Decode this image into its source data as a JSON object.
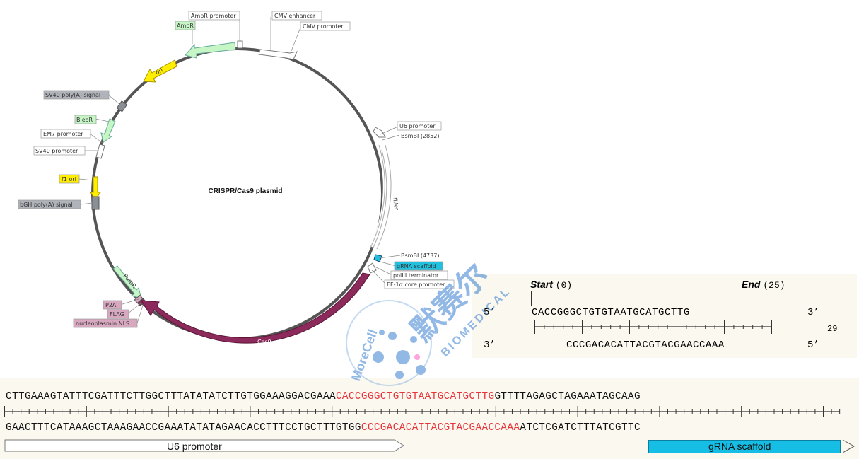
{
  "plasmid": {
    "title": "CRISPR/Cas9 plasmid",
    "colors": {
      "backbone": "#555555",
      "light_arc": "#bbbbbb",
      "cas9": "#8b2a5b",
      "ori": "#ffee00",
      "marker": "#b9f2b9",
      "gray": "#8a8f96",
      "scaffold": "#22c0df",
      "nls": "#d8a8c0"
    },
    "labels": {
      "ampr_promoter": "AmpR promoter",
      "ampr": "AmpR",
      "cmv_enhancer": "CMV enhancer",
      "cmv_promoter": "CMV promoter",
      "ori": "ori",
      "sv40_polya": "SV40 poly(A) signal",
      "bleor": "BleoR",
      "em7_promoter": "EM7 promoter",
      "sv40_promoter": "SV40 promoter",
      "f1_ori": "f1 ori",
      "bgh_polya": "bGH poly(A) signal",
      "u6_promoter": "U6 promoter",
      "bsmbi_1": "BsmBI  (2852)",
      "filler": "filler",
      "bsmbi_2": "BsmBI  (4737)",
      "grna_scaffold": "gRNA scaffold",
      "poliii_terminator": "polIII terminator",
      "ef1a_core": "EF-1α core promoter",
      "puror": "PuroR",
      "p2a": "P2A",
      "flag": "FLAG",
      "nls": "nucleoplasmin NLS",
      "cas9": "Cas9"
    }
  },
  "oligo": {
    "start_label": "Start",
    "start_pos": "(0)",
    "end_label": "End",
    "end_pos": "(25)",
    "top_5": "5’",
    "top_seq": "CACCGGGCTGTGTAATGCATGCTTG",
    "top_3": "3’",
    "length": "29",
    "bottom_3": "3’",
    "bottom_seq": "CCCGACACATTACGTACGAACCAAA",
    "bottom_5": "5’"
  },
  "sequence": {
    "top_pre": "CTTGAAAGTATTTCGATTTCTTGGCTTTATATATCTTGTGGAAAGGACGAAA",
    "top_insert": "CACCGGGCTGTGTAATGCATGCTTG",
    "top_post": "GTTTTAGAGCTAGAAATAGCAAG",
    "bottom_pre": "GAACTTTCATAAAGCTAAAGAACCGAAATATATAGAACACCTTTCCTGCTTTGTGG",
    "bottom_insert": "CCCGACACATTACGTACGAACCAAA",
    "bottom_post": "ATCTCGATCTTTATCGTTC",
    "u6_label": "U6 promoter",
    "scaffold_label": "gRNA scaffold"
  },
  "watermark": {
    "brand": "MoreCell",
    "cn": "默赛尔",
    "en": "BIOMEDICAL"
  }
}
